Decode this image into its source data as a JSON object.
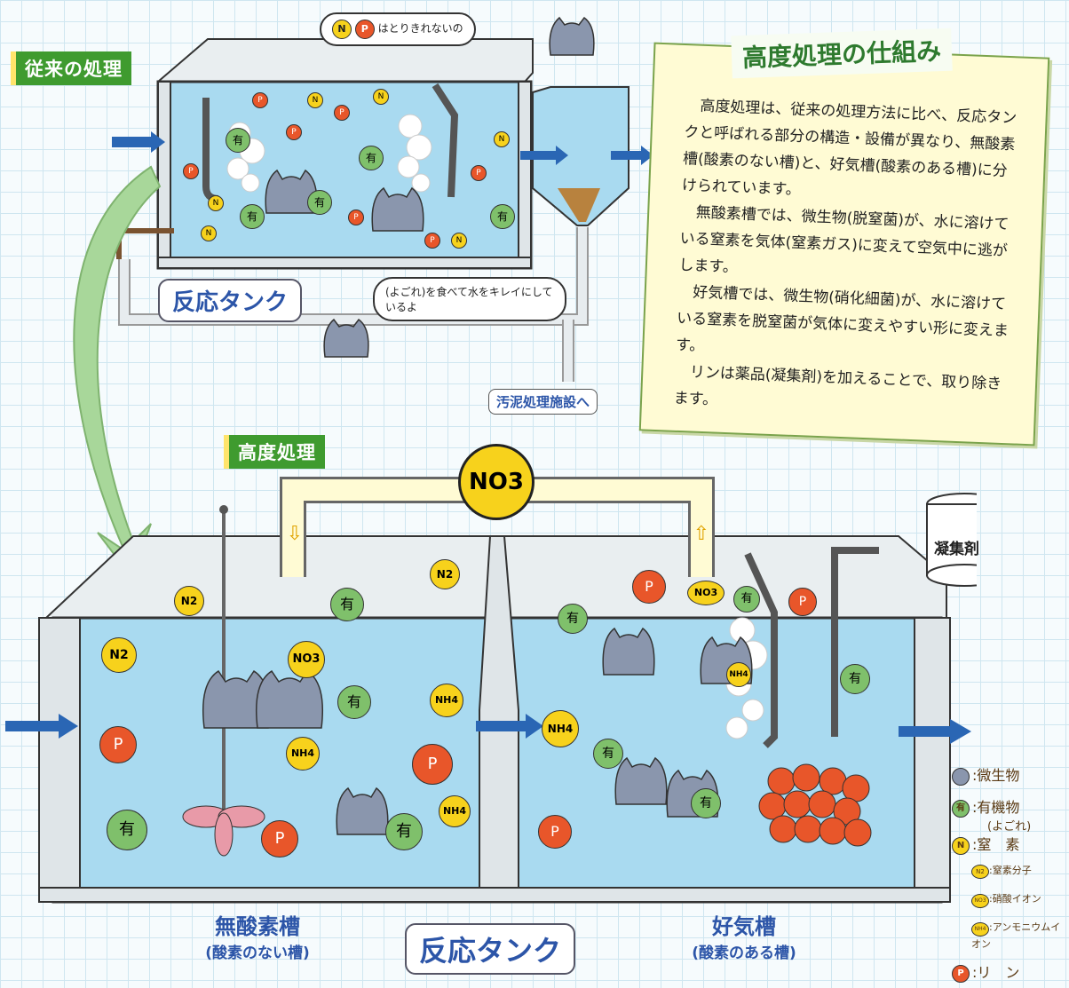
{
  "labels": {
    "conventional": "従来の処理",
    "advanced": "高度処理",
    "reaction_tank_top": "反応タンク",
    "reaction_tank_bottom": "反応タンク",
    "sludge": "汚泥処理施設へ",
    "anoxic": "無酸素槽",
    "anoxic_sub": "(酸素のない槽)",
    "aerobic": "好気槽",
    "aerobic_sub": "(酸素のある槽)",
    "coagulant": "凝集剤",
    "no3_big": "NO3"
  },
  "callouts": {
    "np_cannot": "はとりきれないの",
    "organic_eat": "(よごれ)を食べて水をキレイにしているよ"
  },
  "note": {
    "title": "高度処理の仕組み",
    "paragraphs": [
      "高度処理は、従来の処理方法に比べ、反応タンクと呼ばれる部分の構造・設備が異なり、無酸素槽(酸素のない槽)と、好気槽(酸素のある槽)に分けられています。",
      "無酸素槽では、微生物(脱窒菌)が、水に溶けている窒素を気体(窒素ガス)に変えて空気中に逃がします。",
      "好気槽では、微生物(硝化細菌)が、水に溶けている窒素を脱窒菌が気体に変えやすい形に変えます。",
      "リンは薬品(凝集剤)を加えることで、取り除きます。"
    ]
  },
  "legend": {
    "microbe": ":微生物",
    "organic": ":有機物",
    "organic_sub": "(よごれ)",
    "nitrogen": ":窒　素",
    "n2": ":窒素分子",
    "no3": ":硝酸イオン",
    "nh4": ":アンモニウムイオン",
    "phosphorus": ":リ　ン"
  },
  "symbols": {
    "n": "N",
    "p": "P",
    "yu": "有",
    "n2": "N2",
    "no3": "NO3",
    "nh4": "NH4"
  },
  "colors": {
    "water": "#a9daf0",
    "phosphorus": "#e8562a",
    "nitrogen": "#f7d21c",
    "organic": "#7fc06b",
    "arrow": "#2a66b4",
    "tag_green": "#3f9b2f"
  }
}
